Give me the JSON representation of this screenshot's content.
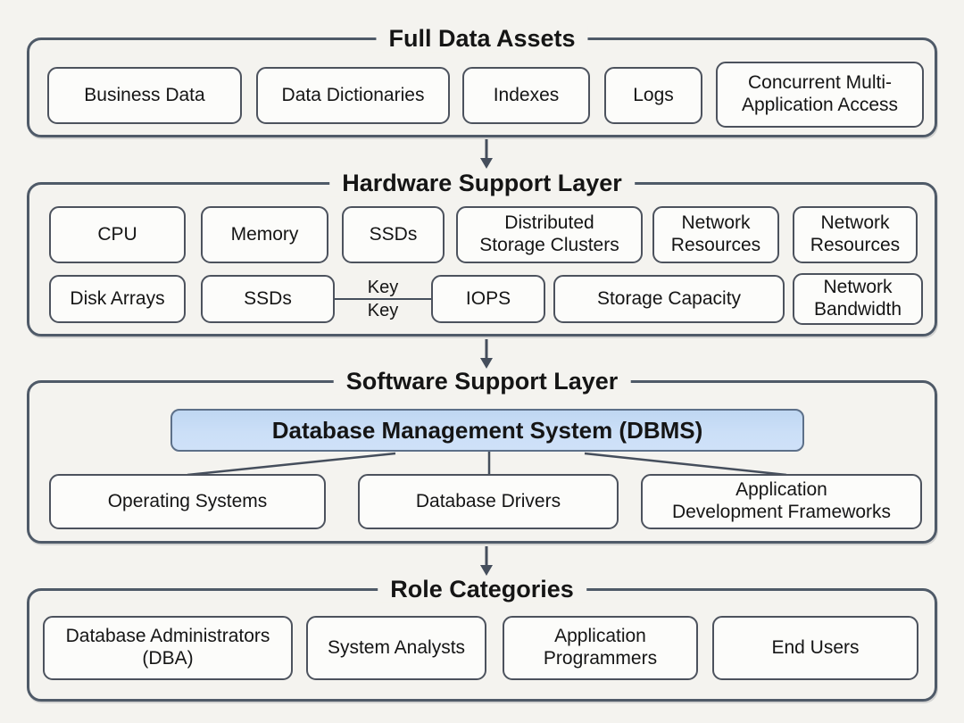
{
  "diagram": {
    "full_data_assets": {
      "title": "Full Data Assets",
      "boxes": [
        "Business Data",
        "Data Dictionaries",
        "Indexes",
        "Logs",
        "Concurrent Multi-Application Access"
      ]
    },
    "hardware_layer": {
      "title": "Hardware Support Layer",
      "row1": [
        "CPU",
        "Memory",
        "SSDs",
        "Distributed Storage Clusters",
        "Network Resources",
        "Network Resources"
      ],
      "row2": [
        "Disk Arrays",
        "SSDs",
        "IOPS",
        "Storage Capacity",
        "Network Bandwidth"
      ],
      "key_connector": {
        "top_label": "Key",
        "bottom_label": "Key"
      }
    },
    "software_layer": {
      "title": "Software Support Layer",
      "dbms": "Database Management System (DBMS)",
      "boxes": [
        "Operating Systems",
        "Database Drivers"
      ],
      "frameworks_box": {
        "line1": "Application",
        "line2": "Development Frameworks"
      }
    },
    "role_categories": {
      "title": "Role Categories",
      "boxes": [
        "Database Administrators (DBA)",
        "System Analysts",
        "Application Programmers",
        "End Users"
      ]
    },
    "colors": {
      "background": "#f4f3ef",
      "container_border": "#4f5a68",
      "box_border": "#4c525d",
      "dbms_fill": "#c9def6",
      "dbms_border": "#5d7089",
      "line": "#454e5c"
    }
  }
}
